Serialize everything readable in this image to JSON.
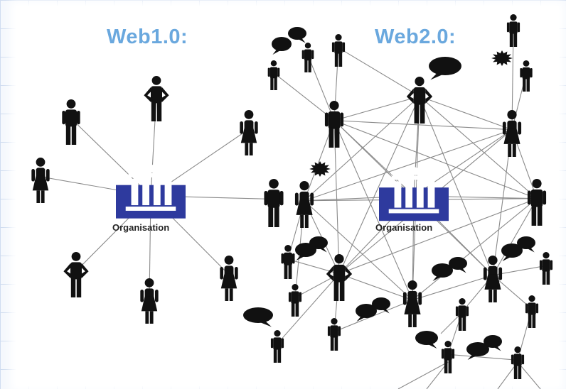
{
  "web1": {
    "title": "Web1.0:",
    "organisation_label": "Organisation"
  },
  "web2": {
    "title": "Web2.0:",
    "organisation_label": "Organisation"
  },
  "colors": {
    "title": "#6aa8de",
    "organisation_icon": "#2e3a9e",
    "figure": "#111111",
    "link_line": "#8a8a8a",
    "background_grid": "#cfdcf0"
  },
  "icons": {
    "organisation": "government-building-icon",
    "person": "person-icon",
    "speech": "speech-bubble-icon",
    "exclamation": "exclamation-burst-icon"
  }
}
